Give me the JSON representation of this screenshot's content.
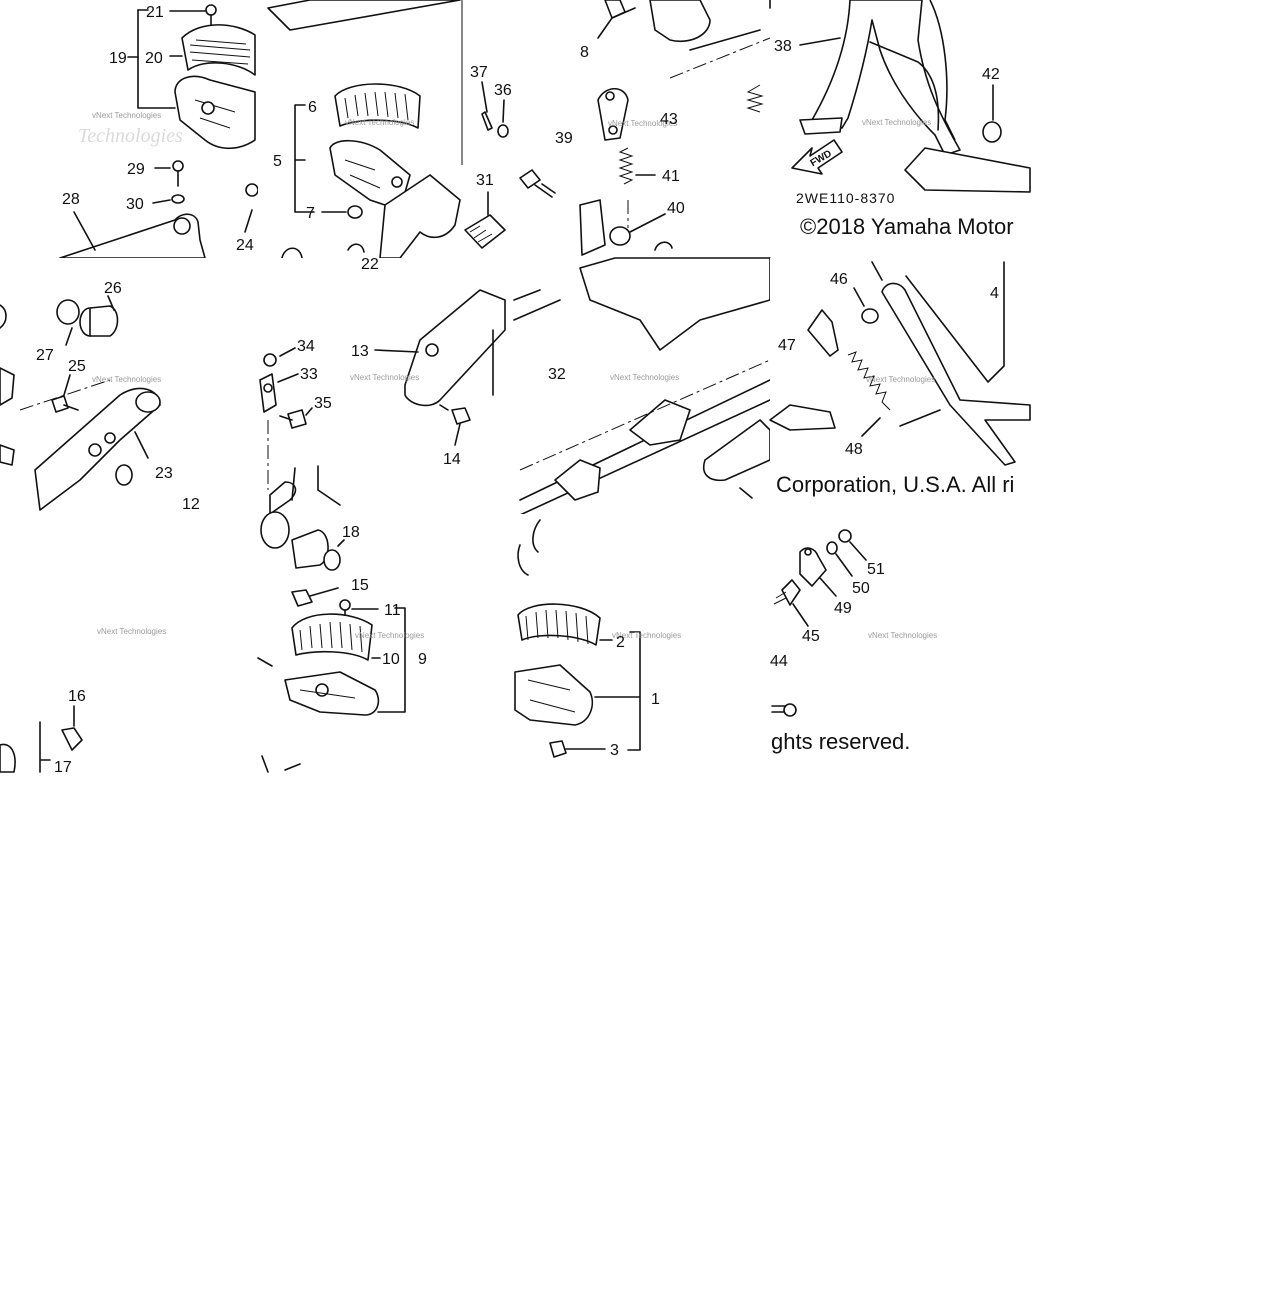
{
  "diagram": {
    "part_code": "2WE110-8370",
    "fwd_label": "FWD",
    "copyright_1": "©2018 Yamaha Motor",
    "copyright_2": "Corporation, U.S.A. All ri",
    "copyright_3": "ghts reserved.",
    "watermark": "vNext Technologies",
    "callouts": {
      "c1": "1",
      "c2": "2",
      "c3": "3",
      "c4": "4",
      "c5": "5",
      "c6": "6",
      "c7": "7",
      "c8": "8",
      "c9": "9",
      "c10": "10",
      "c11": "11",
      "c12": "12",
      "c13": "13",
      "c14": "14",
      "c15": "15",
      "c16": "16",
      "c17": "17",
      "c18": "18",
      "c19": "19",
      "c20": "20",
      "c21": "21",
      "c22": "22",
      "c23": "23",
      "c24": "24",
      "c25": "25",
      "c26": "26",
      "c27": "27",
      "c28": "28",
      "c29": "29",
      "c30": "30",
      "c31": "31",
      "c32": "32",
      "c33": "33",
      "c34": "34",
      "c35": "35",
      "c36": "36",
      "c37": "37",
      "c38": "38",
      "c39": "39",
      "c40": "40",
      "c41": "41",
      "c42": "42",
      "c43": "43",
      "c44": "44",
      "c45": "45",
      "c46": "46",
      "c47": "47",
      "c48": "48",
      "c49": "49",
      "c50": "50",
      "c51": "51"
    }
  }
}
